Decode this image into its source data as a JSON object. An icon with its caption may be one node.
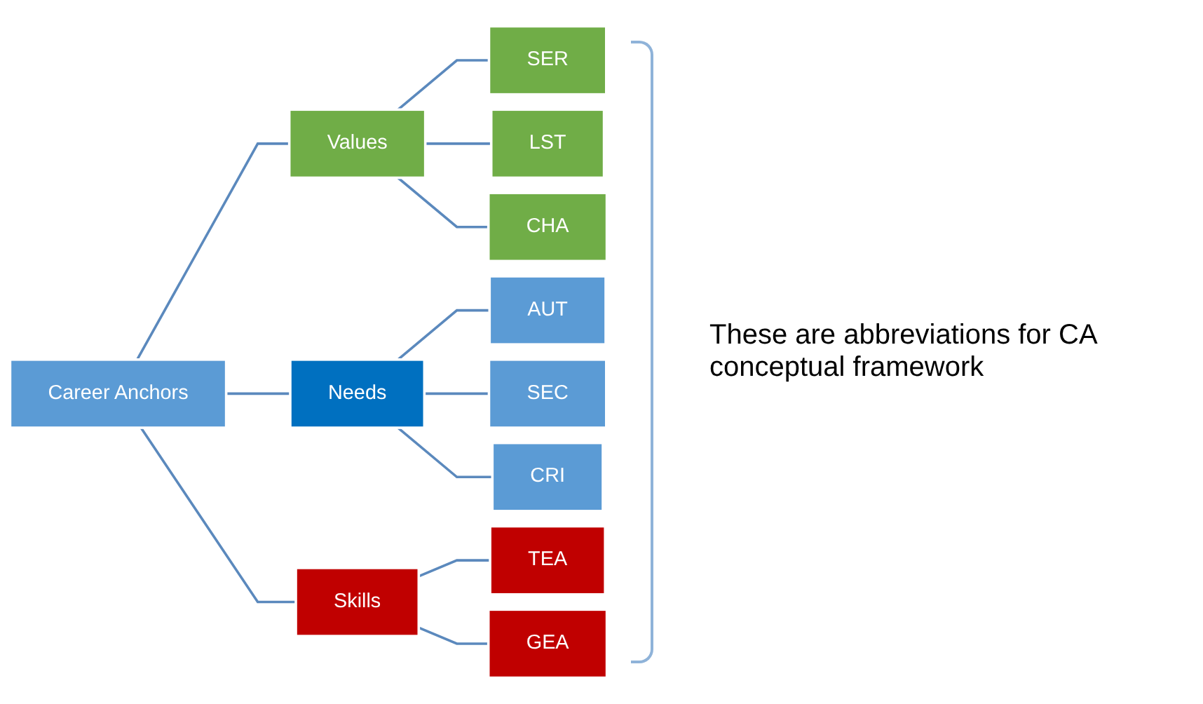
{
  "diagram": {
    "nodes": [
      {
        "text": [
          "Career Anchors"
        ]
      },
      {
        "text": [
          "Values"
        ]
      },
      {
        "text": [
          "Needs"
        ]
      },
      {
        "text": [
          "Skills"
        ]
      },
      {
        "text": [
          "SER"
        ]
      },
      {
        "text": [
          "LST"
        ]
      },
      {
        "text": [
          "CHA"
        ]
      },
      {
        "text": [
          "AUT"
        ]
      },
      {
        "text": [
          "SEC"
        ]
      },
      {
        "text": [
          "CRI"
        ]
      },
      {
        "text": [
          "TEA"
        ]
      },
      {
        "text": [
          "GEA"
        ]
      }
    ],
    "edges": [
      {
        "from": 0,
        "to": 1,
        "arrow": "none"
      },
      {
        "from": 0,
        "to": 2,
        "arrow": "none"
      },
      {
        "from": 0,
        "to": 3,
        "arrow": "none"
      },
      {
        "from": 1,
        "to": 4,
        "arrow": "none"
      },
      {
        "from": 1,
        "to": 5,
        "arrow": "none"
      },
      {
        "from": 1,
        "to": 6,
        "arrow": "none"
      },
      {
        "from": 2,
        "to": 7,
        "arrow": "none"
      },
      {
        "from": 2,
        "to": 8,
        "arrow": "none"
      },
      {
        "from": 2,
        "to": 9,
        "arrow": "none"
      },
      {
        "from": 3,
        "to": 10,
        "arrow": "none"
      },
      {
        "from": 3,
        "to": 11,
        "arrow": "none"
      }
    ],
    "labels": [
      "These are abbreviations for CA conceptual framework"
    ]
  }
}
